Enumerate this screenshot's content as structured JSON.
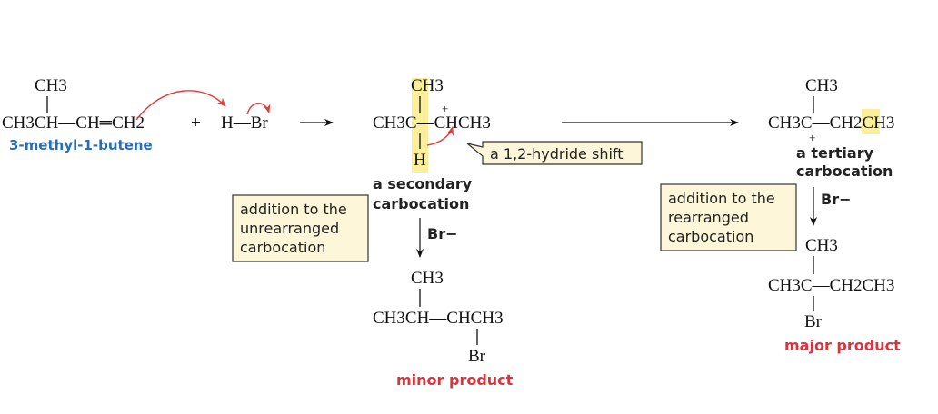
{
  "reactant": {
    "formula_top": "CH3",
    "formula_main": "CH3CH—CH═CH2",
    "name": "3-methyl-1-butene",
    "plus": "+",
    "reagent": "H—Br"
  },
  "secondary": {
    "top": "CH3",
    "plus_charge": "+",
    "main": "CH3C—CHCH3",
    "h": "H",
    "label_line1": "a secondary",
    "label_line2": "carbocation",
    "shift_label": "a 1,2-hydride shift"
  },
  "tertiary": {
    "top": "CH3",
    "main": "CH3C—CH2CH3",
    "plus_charge": "+",
    "label_line1": "a tertiary",
    "label_line2": "carbocation"
  },
  "reagents": {
    "br_left": "Br−",
    "br_right": "Br−"
  },
  "boxes": {
    "left": [
      "addition to the",
      "unrearranged",
      "carbocation"
    ],
    "right": [
      "addition to the",
      "rearranged",
      "carbocation"
    ]
  },
  "minor": {
    "top": "CH3",
    "main": "CH3CH—CHCH3",
    "br": "Br",
    "label": "minor product"
  },
  "major": {
    "top": "CH3",
    "main": "CH3C—CH2CH3",
    "br": "Br",
    "label": "major product"
  }
}
